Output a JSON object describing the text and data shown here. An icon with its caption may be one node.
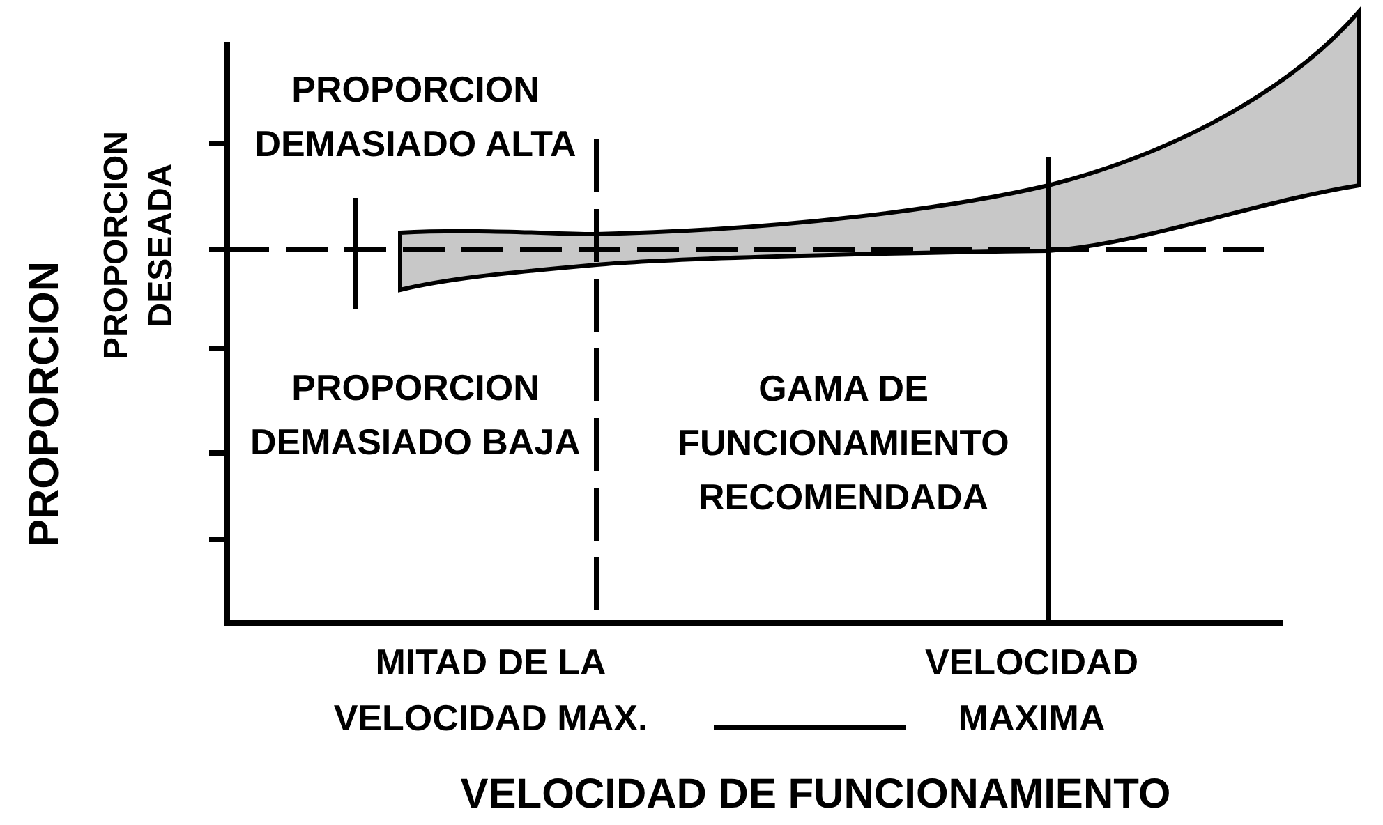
{
  "diagram": {
    "labels": [
      "PROPORCION",
      "PROPORCION DESEADA",
      "PROPORCION DEMASIADO ALTA",
      "PROPORCION DEMASIADO BAJA",
      "GAMA DE FUNCIONAMIENTO RECOMENDADA",
      "MITAD DE LA VELOCIDAD MAX.",
      "VELOCIDAD MAXIMA",
      "VELOCIDAD DE FUNCIONAMIENTO"
    ]
  }
}
